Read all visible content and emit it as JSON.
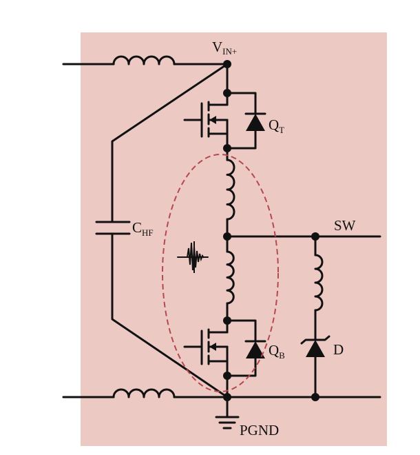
{
  "labels": {
    "vin_main": "V",
    "vin_sub": "IN+",
    "qt_main": "Q",
    "qt_sub": "T",
    "qb_main": "Q",
    "qb_sub": "B",
    "chf_main": "C",
    "chf_sub": "HF",
    "sw": "SW",
    "d": "D",
    "pgnd": "PGND"
  },
  "colors": {
    "panel": "#ecc9c3",
    "wire": "#111111",
    "loop": "#b5474f"
  }
}
